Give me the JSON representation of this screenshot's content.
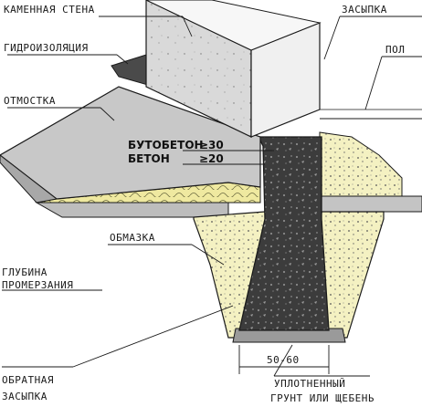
{
  "labels": {
    "stone_wall": "КАМЕННАЯ СТЕНА",
    "backfill_top": "ЗАСЫПКА",
    "waterproofing": "ГИДРОИЗОЛЯЦИЯ",
    "floor": "ПОЛ",
    "blind_area": "ОТМОСТКА",
    "rubble_concrete": "БУТОБЕТОН",
    "rubble_concrete_grade": "≥30",
    "concrete": "БЕТОН",
    "concrete_grade": "≥20",
    "coating": "ОБМАЗКА",
    "frost_depth_1": "ГЛУБИНА",
    "frost_depth_2": "ПРОМЕРЗАНИЯ",
    "dimension": "50-60",
    "backfill_bottom_1": "ОБРАТНАЯ",
    "backfill_bottom_2": "ЗАСЫПКА",
    "compacted_1": "УПЛОТНЕННЫЙ",
    "compacted_2": "ГРУНТ ИЛИ ЩЕБЕНЬ"
  },
  "colors": {
    "sand": "#f2efb0",
    "concrete": "#3a3a3a",
    "wall": "#dedede",
    "wall_top": "#f4f4f4",
    "blind_area": "#c9c9c9",
    "ground": "#bdbdbd",
    "line": "#1a1a1a"
  }
}
